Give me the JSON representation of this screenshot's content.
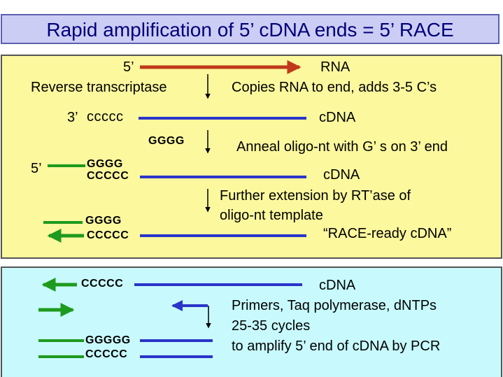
{
  "title": "Rapid amplification of 5’ cDNA ends = 5’ RACE",
  "top_panel": {
    "five_prime_rna": "5’",
    "rna": "RNA",
    "reverse_transcriptase": "Reverse transcriptase",
    "step1": "Copies RNA to end, adds 3-5 C’s",
    "three_prime": "3’",
    "ccccc_1": "ccccc",
    "cdna_1": "cDNA",
    "gggg_oligo": "GGGG",
    "step2": "Anneal oligo-nt with G’ s on 3’ end",
    "five_prime_oligo": "5’",
    "gggg_2": "GGGG",
    "ccccc_2": "CCCCC",
    "cdna_2": "cDNA",
    "step3_line1": "Further extension by RT’ase of",
    "step3_line2": "oligo-nt template",
    "gggg_3": "GGGG",
    "ccccc_3": "CCCCC",
    "race_ready": "“RACE-ready cDNA”"
  },
  "bottom_panel": {
    "ccccc_4": "CCCCC",
    "cdna_3": "cDNA",
    "step4_line1": "Primers, Taq polymerase, dNTPs",
    "step4_line2": "25-35 cycles",
    "step4_line3": "to amplify 5’ end of cDNA by PCR",
    "ggggg_5": "GGGGG",
    "ccccc_5": "CCCCC"
  },
  "colors": {
    "rna_strand": "#c0391a",
    "cdna_strand": "#2a35c9",
    "oligo_strand": "#1e9a1e",
    "title_text": "#00007a"
  }
}
